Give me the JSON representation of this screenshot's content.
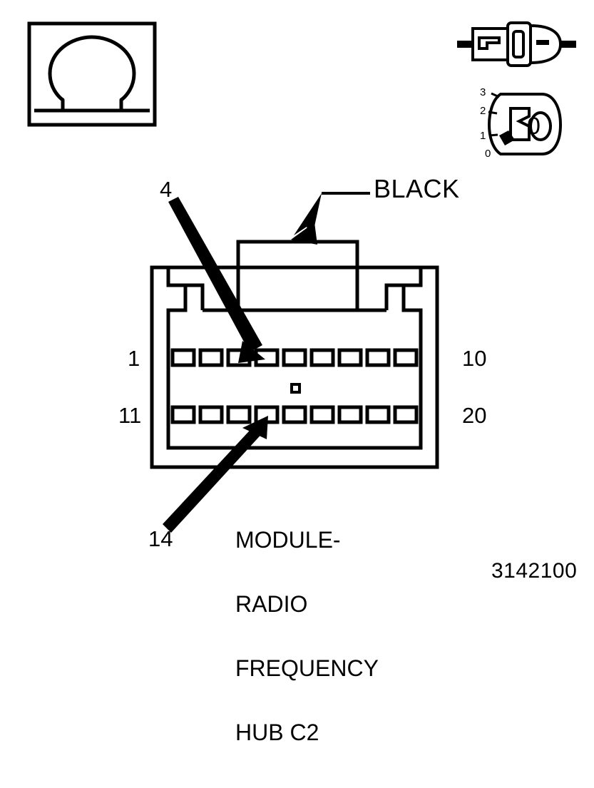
{
  "diagram": {
    "title_lines": [
      "MODULE-",
      "RADIO",
      "FREQUENCY",
      "HUB C2"
    ],
    "part_number": "3142100",
    "connector_color_label": "BLACK",
    "callouts": {
      "cavity_4": "4",
      "cavity_14": "14"
    },
    "pin_row_labels": {
      "row1_left": "1",
      "row1_right": "10",
      "row2_left": "11",
      "row2_right": "20"
    },
    "icons": {
      "ohm_symbol": "ohm-meter-icon",
      "connector_plug": "connector-plug-icon",
      "ignition_switch": "ignition-switch-icon"
    },
    "ignition_positions": [
      "3",
      "2",
      "1",
      "0"
    ],
    "ignition_key_label": "0",
    "colors": {
      "stroke": "#000000",
      "fill": "#ffffff"
    }
  }
}
